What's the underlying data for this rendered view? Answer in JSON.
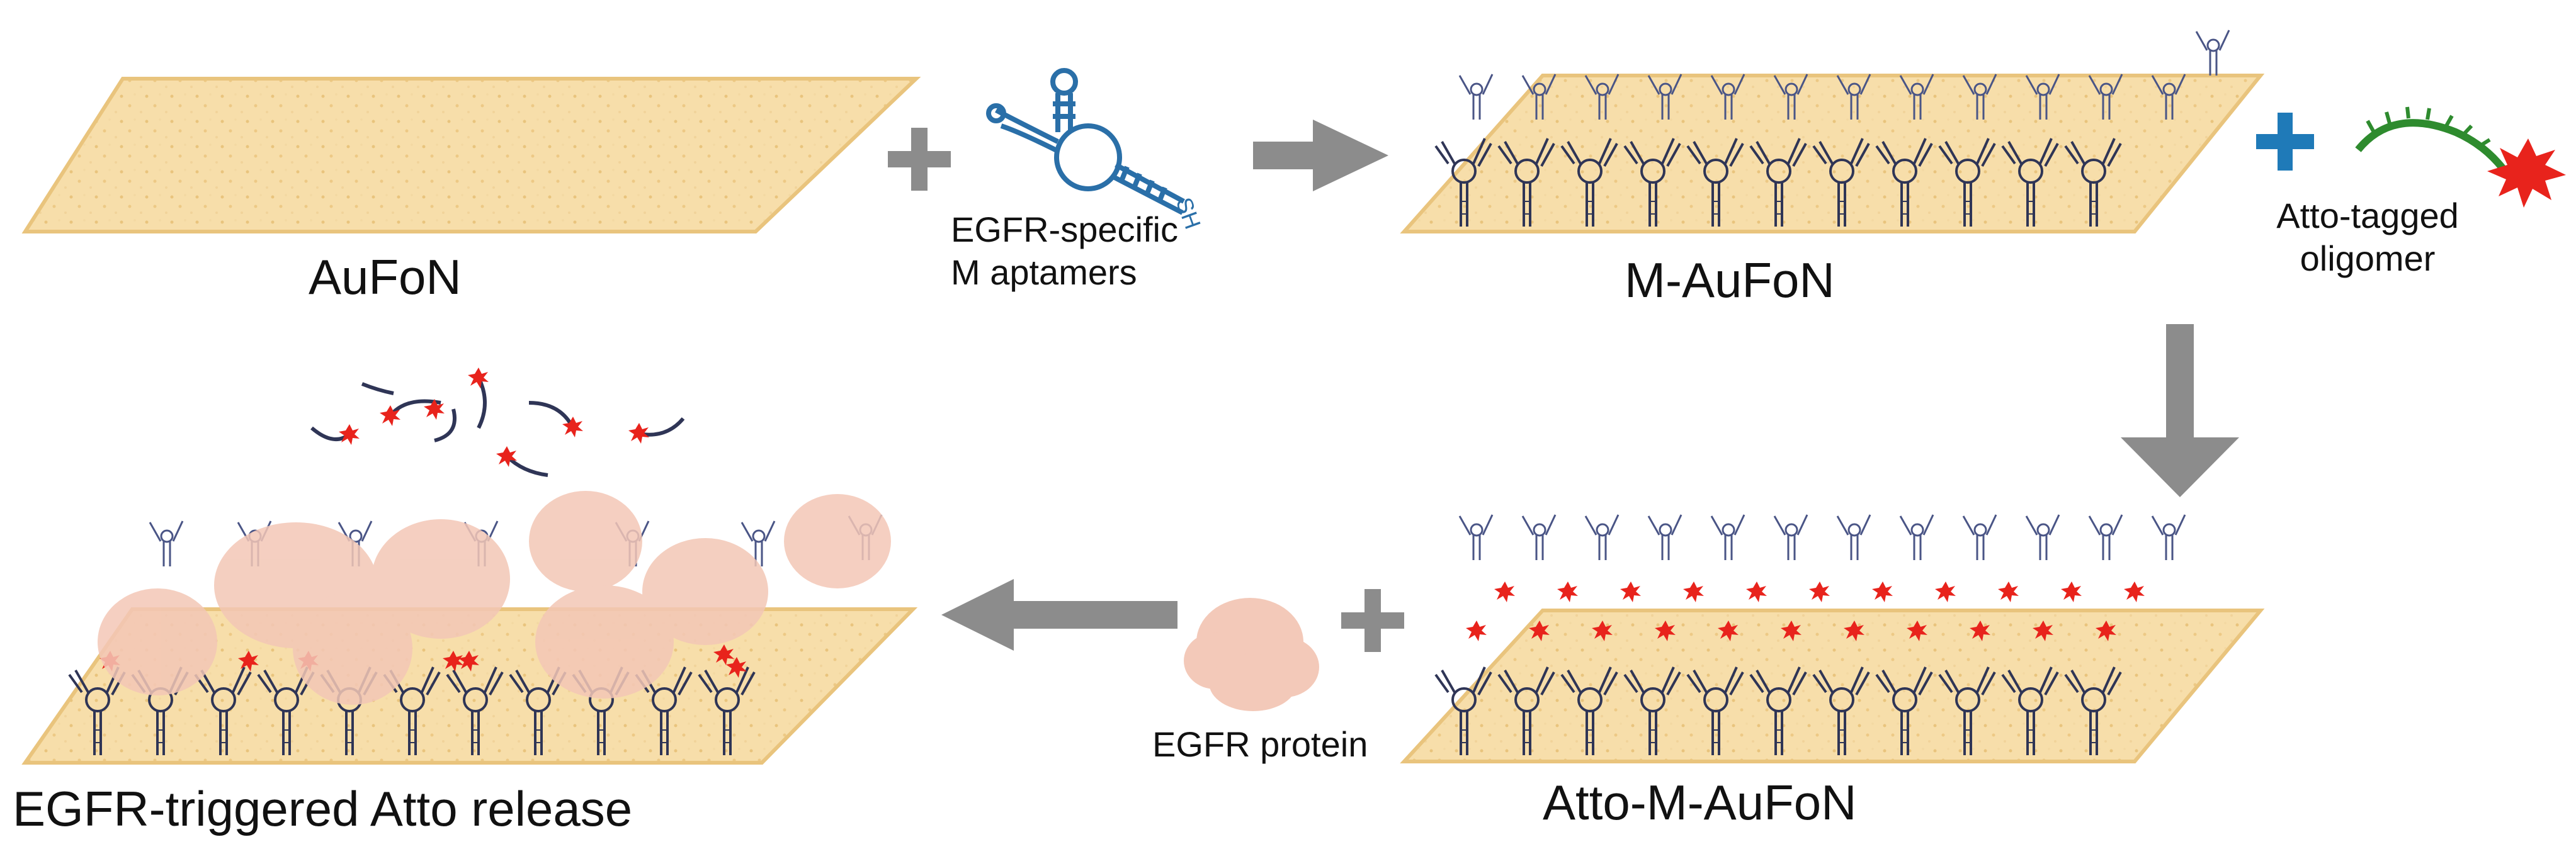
{
  "labels": {
    "aufon": "AuFoN",
    "aptamer_line1": "EGFR-specific",
    "aptamer_line2": "M aptamers",
    "m_aufon": "M-AuFoN",
    "atto_line1": "Atto-tagged",
    "atto_line2": "oligomer",
    "egfr_protein": "EGFR protein",
    "atto_m_aufon": "Atto-M-AuFoN",
    "release": "EGFR-triggered Atto release",
    "thiol": "SH"
  },
  "colors": {
    "gold_surface": "#f6dca0",
    "gold_edge": "#e9c47d",
    "arrow": "#8c8c8c",
    "plus_gray": "#8c8c8c",
    "plus_blue": "#1f7ab8",
    "dna": "#2f3556",
    "aptamer_blue": "#2a6fa8",
    "oligomer_green": "#2e8b2e",
    "fluor_red": "#e8231c",
    "protein_pink": "#f3c7b6"
  },
  "icons": [
    "plus-icon",
    "arrow-right-icon",
    "arrow-down-icon",
    "arrow-left-icon",
    "aptamer-icon",
    "oligomer-icon",
    "fluorophore-icon",
    "protein-icon"
  ]
}
